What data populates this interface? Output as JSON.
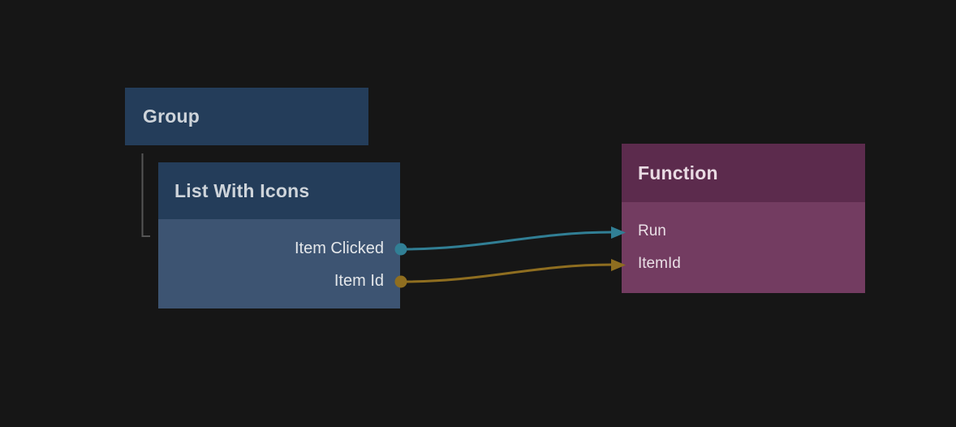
{
  "colors": {
    "background": "#161616",
    "node-header-blue": "#243d5a",
    "node-body-blue": "#3d5472",
    "node-header-purple": "#5c2b4d",
    "node-body-purple": "#733c61",
    "wire-teal": "#317f95",
    "wire-gold": "#8f6e20",
    "connector-gray": "#555555",
    "title-blue-text": "#ced4da",
    "title-purple-text": "#e9dbe3",
    "port-label-blue": "#e4e7ea",
    "port-label-purple": "#eadfe6"
  },
  "nodes": {
    "group": {
      "title": "Group"
    },
    "list_with_icons": {
      "title": "List With Icons",
      "outputs": [
        {
          "label": "Item Clicked",
          "color": "#317f95"
        },
        {
          "label": "Item Id",
          "color": "#8f6e20"
        }
      ]
    },
    "function": {
      "title": "Function",
      "inputs": [
        {
          "label": "Run",
          "color": "#317f95"
        },
        {
          "label": "ItemId",
          "color": "#8f6e20"
        }
      ]
    }
  },
  "connections": [
    {
      "from": "List With Icons / Item Clicked",
      "to": "Function / Run",
      "color": "#317f95"
    },
    {
      "from": "List With Icons / Item Id",
      "to": "Function / ItemId",
      "color": "#8f6e20"
    }
  ],
  "hierarchy": {
    "parent": "Group",
    "child": "List With Icons"
  }
}
